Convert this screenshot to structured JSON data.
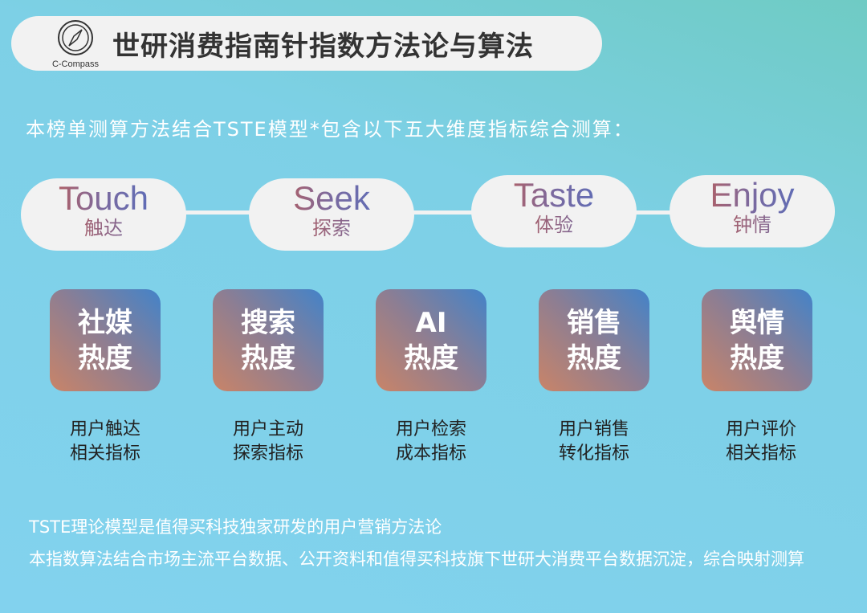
{
  "header": {
    "logo_text": "C-Compass",
    "title": "世研消费指南针指数方法论与算法"
  },
  "subtitle": "本榜单测算方法结合TSTE模型*包含以下五大维度指标综合测算：",
  "dimensions": [
    {
      "en": "Touch",
      "zh": "触达"
    },
    {
      "en": "Seek",
      "zh": "探索"
    },
    {
      "en": "Taste",
      "zh": "体验"
    },
    {
      "en": "Enjoy",
      "zh": "钟情"
    }
  ],
  "indices": [
    {
      "line1": "社媒",
      "line2": "热度",
      "cap1": "用户触达",
      "cap2": "相关指标"
    },
    {
      "line1": "搜索",
      "line2": "热度",
      "cap1": "用户主动",
      "cap2": "探索指标"
    },
    {
      "line1": "AI",
      "line2": "热度",
      "cap1": "用户检索",
      "cap2": "成本指标"
    },
    {
      "line1": "销售",
      "line2": "热度",
      "cap1": "用户销售",
      "cap2": "转化指标"
    },
    {
      "line1": "舆情",
      "line2": "热度",
      "cap1": "用户评价",
      "cap2": "相关指标"
    }
  ],
  "footer": {
    "note1": "TSTE理论模型是值得买科技独家研发的用户营销方法论",
    "note2": "本指数算法结合市场主流平台数据、公开资料和值得买科技旗下世研大消费平台数据沉淀，综合映射测算"
  }
}
